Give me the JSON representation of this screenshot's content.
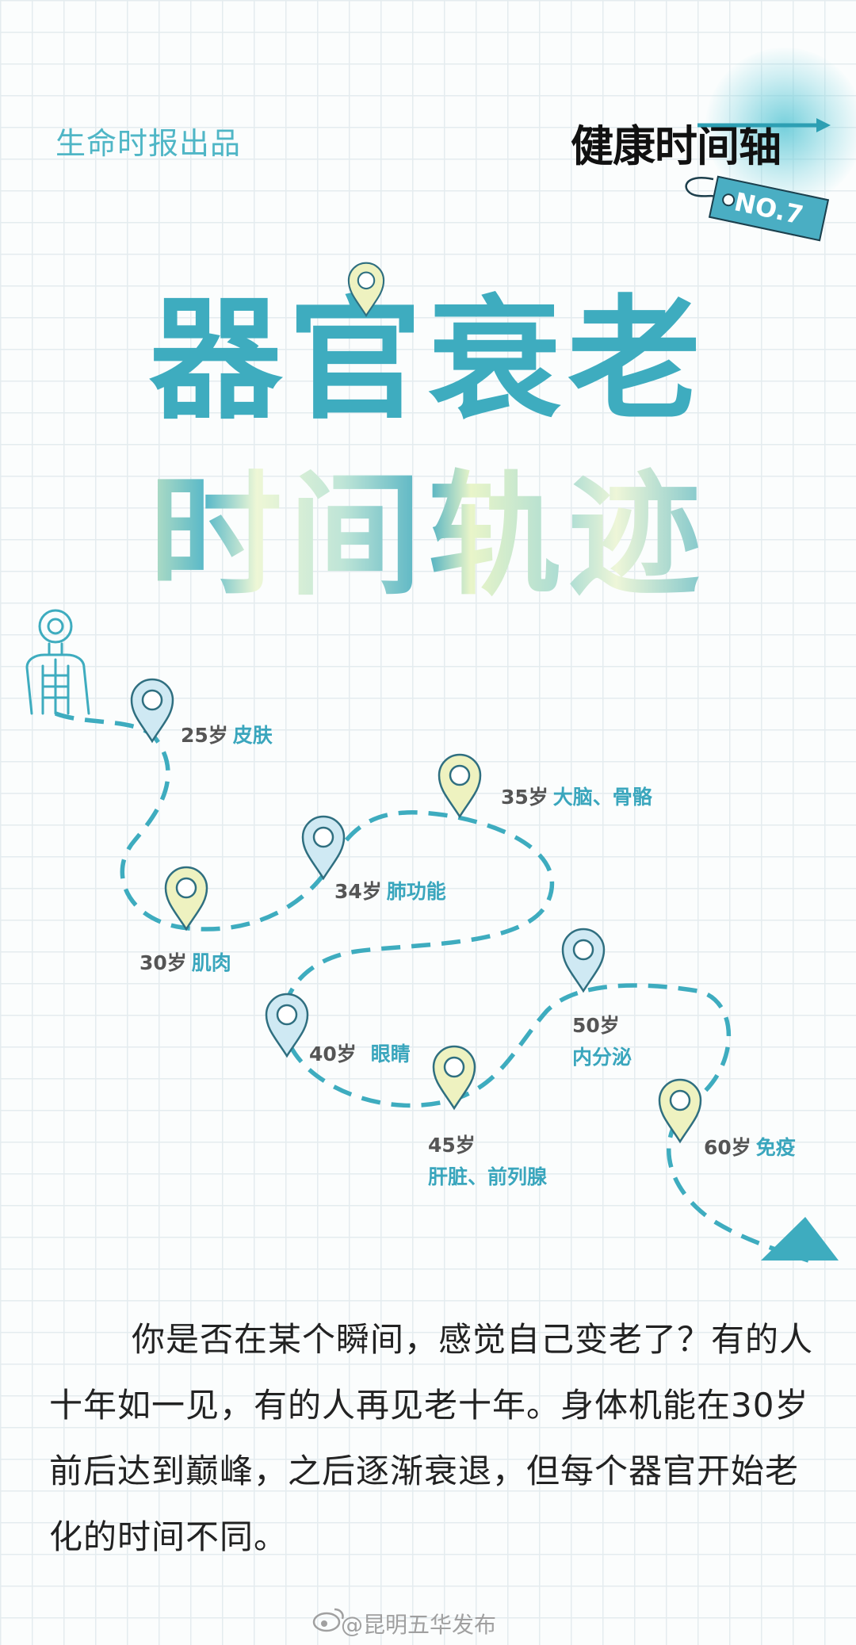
{
  "header": {
    "publisher": "生命时报出品",
    "series_title": "健康时间轴",
    "issue_tag": "NO.7"
  },
  "title": {
    "line1": "器官衰老",
    "line2": "时间轨迹"
  },
  "timeline": [
    {
      "age": "25岁",
      "organ": "皮肤"
    },
    {
      "age": "30岁",
      "organ": "肌肉"
    },
    {
      "age": "34岁",
      "organ": "肺功能"
    },
    {
      "age": "35岁",
      "organ": "大脑、骨骼"
    },
    {
      "age": "40岁",
      "organ": "眼睛"
    },
    {
      "age": "45岁",
      "organ": "肝脏、前列腺"
    },
    {
      "age": "50岁",
      "organ": "内分泌"
    },
    {
      "age": "60岁",
      "organ": "免疫"
    }
  ],
  "body_text": "你是否在某个瞬间，感觉自己变老了？有的人十年如一见，有的人再见老十年。身体机能在30岁前后达到巅峰，之后逐渐衰退，但每个器官开始老化的时间不同。",
  "watermark": "@昆明五华发布",
  "colors": {
    "teal": "#3eacbf",
    "pin_blue_fill": "#cfe9f3",
    "pin_yellow_fill": "#eef2c0",
    "pin_stroke": "#2f6f80",
    "text_dark": "#222222"
  },
  "icons": [
    "human-body-icon",
    "location-pin-icon",
    "arrow-head-icon",
    "weibo-icon"
  ]
}
